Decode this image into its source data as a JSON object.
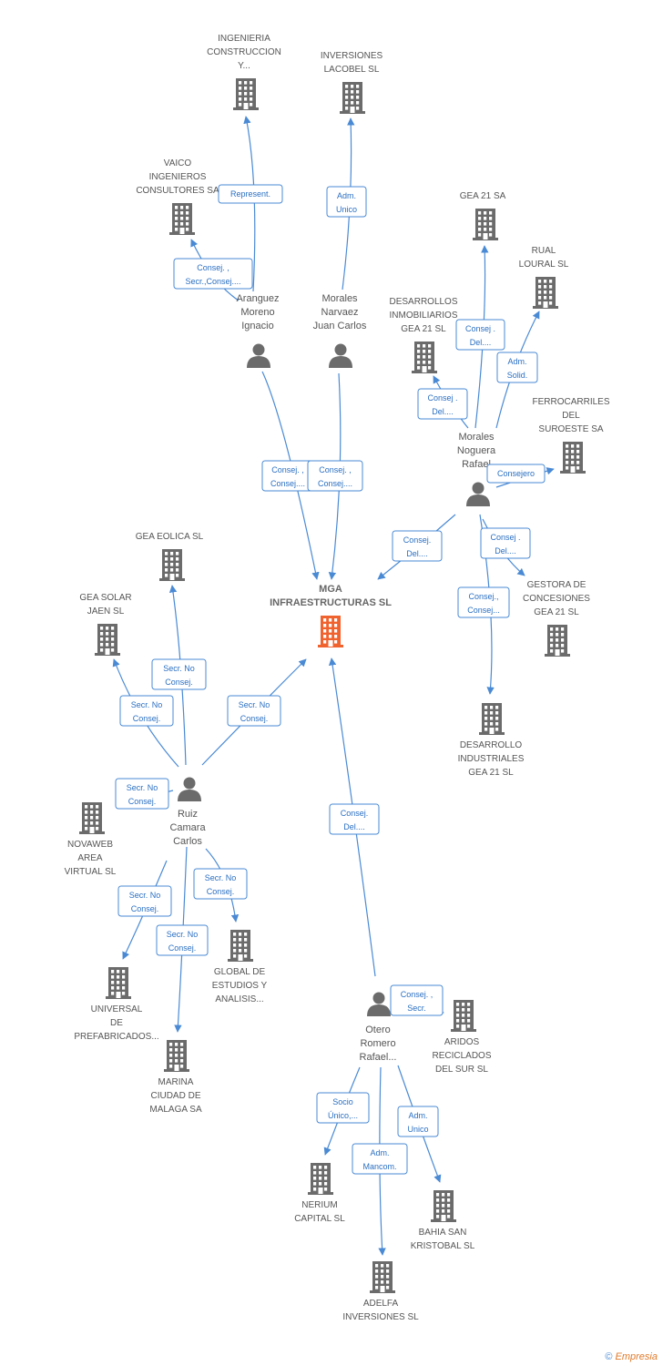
{
  "colors": {
    "edge": "#4a8ad4",
    "building": "#6b6b6b",
    "main_building": "#f0622e",
    "person": "#6b6b6b"
  },
  "main_node": {
    "id": "mga",
    "lines": [
      "MGA",
      "INFRAESTRUCTURAS SL"
    ],
    "icon": "building-icon"
  },
  "companies": [
    {
      "id": "ingenieria",
      "lines": [
        "INGENIERIA",
        "CONSTRUCCION",
        "Y..."
      ]
    },
    {
      "id": "lacobel",
      "lines": [
        "INVERSIONES",
        "LACOBEL  SL"
      ]
    },
    {
      "id": "vaico",
      "lines": [
        "VAICO",
        "INGENIEROS",
        "CONSULTORES SA"
      ]
    },
    {
      "id": "gea21",
      "lines": [
        "GEA 21 SA"
      ]
    },
    {
      "id": "rual",
      "lines": [
        "RUAL",
        "LOURAL SL"
      ]
    },
    {
      "id": "desinmob",
      "lines": [
        "DESARROLLOS",
        "INMOBILIARIOS",
        "GEA 21 SL"
      ]
    },
    {
      "id": "ferro",
      "lines": [
        "FERROCARRILES",
        "DEL",
        "SUROESTE SA"
      ]
    },
    {
      "id": "gestora",
      "lines": [
        "GESTORA DE",
        "CONCESIONES",
        "GEA 21 SL"
      ]
    },
    {
      "id": "desind",
      "lines": [
        "DESARROLLO",
        "INDUSTRIALES",
        "GEA 21 SL"
      ]
    },
    {
      "id": "geaeolica",
      "lines": [
        "GEA EOLICA SL"
      ]
    },
    {
      "id": "geasolar",
      "lines": [
        "GEA SOLAR",
        "JAEN SL"
      ]
    },
    {
      "id": "novaweb",
      "lines": [
        "NOVAWEB",
        "AREA",
        "VIRTUAL SL"
      ]
    },
    {
      "id": "universal",
      "lines": [
        "UNIVERSAL",
        "DE",
        "PREFABRICADOS..."
      ]
    },
    {
      "id": "global",
      "lines": [
        "GLOBAL DE",
        "ESTUDIOS Y",
        "ANALISIS..."
      ]
    },
    {
      "id": "marina",
      "lines": [
        "MARINA",
        "CIUDAD DE",
        "MALAGA SA"
      ]
    },
    {
      "id": "aridos",
      "lines": [
        "ARIDOS",
        "RECICLADOS",
        "DEL SUR SL"
      ]
    },
    {
      "id": "nerium",
      "lines": [
        "NERIUM",
        "CAPITAL  SL"
      ]
    },
    {
      "id": "bahia",
      "lines": [
        "BAHIA SAN",
        "KRISTOBAL SL"
      ]
    },
    {
      "id": "adelfa",
      "lines": [
        "ADELFA",
        "INVERSIONES SL"
      ]
    }
  ],
  "persons": [
    {
      "id": "aranguez",
      "lines": [
        "Aranguez",
        "Moreno",
        "Ignacio"
      ]
    },
    {
      "id": "moralesn",
      "lines": [
        "Morales",
        "Narvaez",
        "Juan Carlos"
      ]
    },
    {
      "id": "moralesr",
      "lines": [
        "Morales",
        "Noguera",
        "Rafael"
      ]
    },
    {
      "id": "ruiz",
      "lines": [
        "Ruiz",
        "Camara",
        "Carlos"
      ]
    },
    {
      "id": "otero",
      "lines": [
        "Otero",
        "Romero",
        "Rafael..."
      ]
    }
  ],
  "edges": [
    {
      "from": "aranguez",
      "to": "ingenieria",
      "label": [
        "Represent."
      ]
    },
    {
      "from": "aranguez",
      "to": "vaico",
      "label": [
        "Consej. ,",
        "Secr.,Consej...."
      ]
    },
    {
      "from": "moralesn",
      "to": "lacobel",
      "label": [
        "Adm.",
        "Unico"
      ]
    },
    {
      "from": "aranguez",
      "to": "mga",
      "label": [
        "Consej. ,",
        "Consej...."
      ]
    },
    {
      "from": "moralesn",
      "to": "mga",
      "label": [
        "Consej. ,",
        "Consej...."
      ]
    },
    {
      "from": "moralesr",
      "to": "gea21",
      "label": [
        "Consej .",
        "Del...."
      ]
    },
    {
      "from": "moralesr",
      "to": "rual",
      "label": [
        "Adm.",
        "Solid."
      ]
    },
    {
      "from": "moralesr",
      "to": "desinmob",
      "label": [
        "Consej .",
        "Del...."
      ]
    },
    {
      "from": "moralesr",
      "to": "ferro",
      "label": [
        "Consejero"
      ]
    },
    {
      "from": "moralesr",
      "to": "mga",
      "label": [
        "Consej.",
        "Del...."
      ]
    },
    {
      "from": "moralesr",
      "to": "gestora",
      "label": [
        "Consej .",
        "Del...."
      ]
    },
    {
      "from": "moralesr",
      "to": "desind",
      "label": [
        "Consej.,",
        "Consej..."
      ]
    },
    {
      "from": "ruiz",
      "to": "geaeolica",
      "label": [
        "Secr.  No",
        "Consej."
      ]
    },
    {
      "from": "ruiz",
      "to": "geasolar",
      "label": [
        "Secr.  No",
        "Consej."
      ]
    },
    {
      "from": "ruiz",
      "to": "mga",
      "label": [
        "Secr.  No",
        "Consej."
      ]
    },
    {
      "from": "ruiz",
      "to": "novaweb",
      "label": [
        "Secr.  No",
        "Consej."
      ]
    },
    {
      "from": "ruiz",
      "to": "universal",
      "label": [
        "Secr.  No",
        "Consej."
      ]
    },
    {
      "from": "ruiz",
      "to": "global",
      "label": [
        "Secr.  No",
        "Consej."
      ]
    },
    {
      "from": "ruiz",
      "to": "marina",
      "label": [
        "Secr.  No",
        "Consej."
      ]
    },
    {
      "from": "otero",
      "to": "mga",
      "label": [
        "Consej.",
        "Del...."
      ]
    },
    {
      "from": "otero",
      "to": "aridos",
      "label": [
        "Consej. ,",
        "Secr."
      ]
    },
    {
      "from": "otero",
      "to": "nerium",
      "label": [
        "Socio",
        "Único,..."
      ]
    },
    {
      "from": "otero",
      "to": "adelfa",
      "label": [
        "Adm.",
        "Mancom."
      ]
    },
    {
      "from": "otero",
      "to": "bahia",
      "label": [
        "Adm.",
        "Unico"
      ]
    }
  ],
  "footer": {
    "copyright": "©",
    "brand": "Empresia"
  }
}
